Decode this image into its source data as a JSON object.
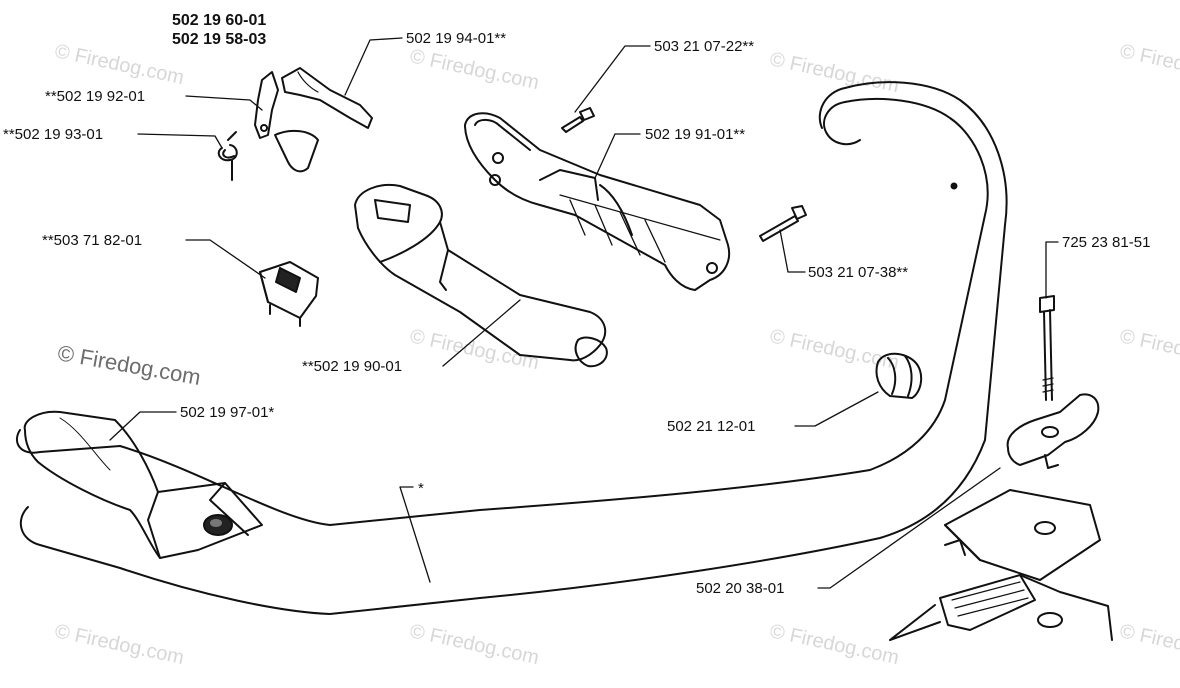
{
  "header_parts": [
    "502 19 60-01",
    "502 19 58-03"
  ],
  "labels": {
    "handle_lever": "502 19 94-01**",
    "throttle_trigger": "**502 19 92-01",
    "spring": "**502 19 93-01",
    "stop_switch": "**503 71 82-01",
    "handle_upper_screw": "503 21 07-22**",
    "handle_housing_half": "502 19 91-01**",
    "handle_long_screw": "503 21 07-38**",
    "handle_grip_half": "**502 19 90-01",
    "grip": "502 19 97-01*",
    "tube_clamp": "502 21 12-01",
    "bolt": "725 23 81-51",
    "clamp_bracket": "502 20 38-01",
    "loop_handle": "*"
  },
  "watermark": {
    "text": "© Firedog.com"
  }
}
